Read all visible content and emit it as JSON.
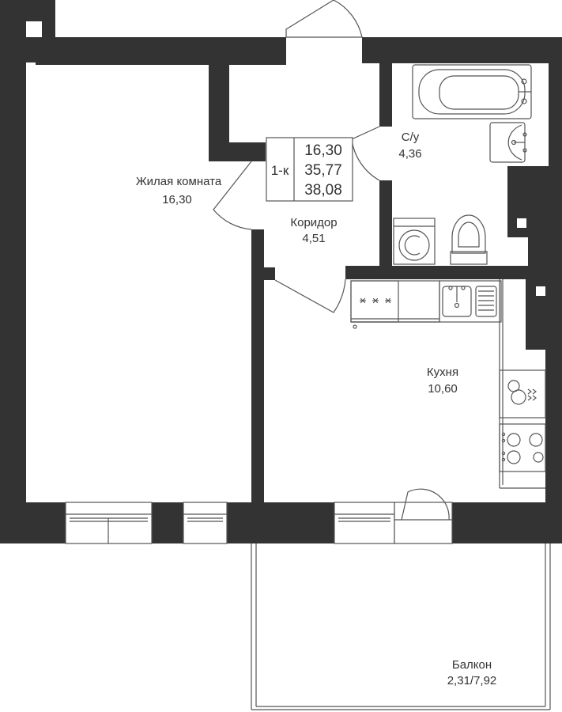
{
  "colors": {
    "wall": "#333333",
    "line": "#555555",
    "background": "#ffffff"
  },
  "info_box": {
    "type_label": "1-к",
    "living_area": "16,30",
    "total_area": "35,77",
    "total_with_balcony": "38,08"
  },
  "rooms": {
    "living": {
      "name": "Жилая комната",
      "area": "16,30"
    },
    "corridor": {
      "name": "Коридор",
      "area": "4,51"
    },
    "bathroom": {
      "name": "С/у",
      "area": "4,36"
    },
    "kitchen": {
      "name": "Кухня",
      "area": "10,60"
    },
    "balcony": {
      "name": "Балкон",
      "area": "2,31/7,92"
    }
  },
  "icons": [
    "bathtub-icon",
    "washbasin-icon",
    "washing-machine-icon",
    "toilet-icon",
    "stove-icon",
    "sink-icon",
    "cooktop-icon"
  ]
}
